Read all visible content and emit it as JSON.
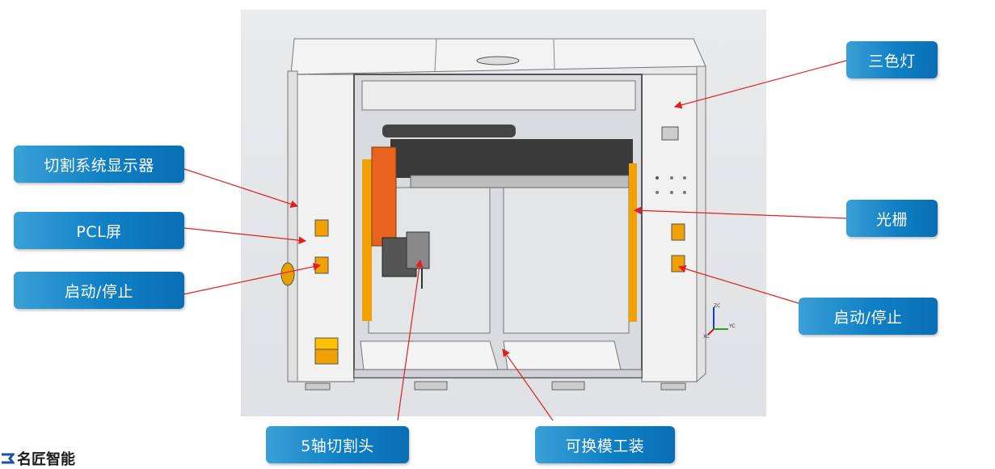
{
  "labels": {
    "display": "切割系统显示器",
    "pcl": "PCL屏",
    "start_left": "启动/停止",
    "light": "三色灯",
    "grating": "光栅",
    "start_right": "启动/停止",
    "head": "5轴切割头",
    "fixture": "可换模工装"
  },
  "logo": {
    "text": "名匠智能"
  },
  "axis": {
    "zc": "ZC",
    "yc": "YC",
    "xc": "XC"
  },
  "colors": {
    "label_blue": "#0f7fc4",
    "arrow_red": "#e02020",
    "machine_orange": "#f0a000",
    "head_orange": "#e8641e"
  }
}
